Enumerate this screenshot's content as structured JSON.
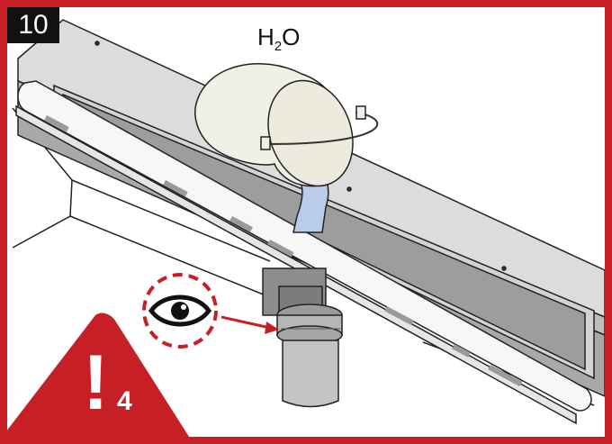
{
  "step": {
    "number": "10"
  },
  "formula": {
    "main": "H",
    "subscript": "2",
    "tail": "O"
  },
  "warning": {
    "mark": "!",
    "number": "4"
  },
  "colors": {
    "frame": "#c62026",
    "badge_bg": "#111111",
    "water": "#b9cdea",
    "bucket": "#f1f0e4",
    "metal": "#c9c9c9",
    "warning": "#c62026"
  },
  "icons": {
    "inspect": "eye-icon"
  }
}
